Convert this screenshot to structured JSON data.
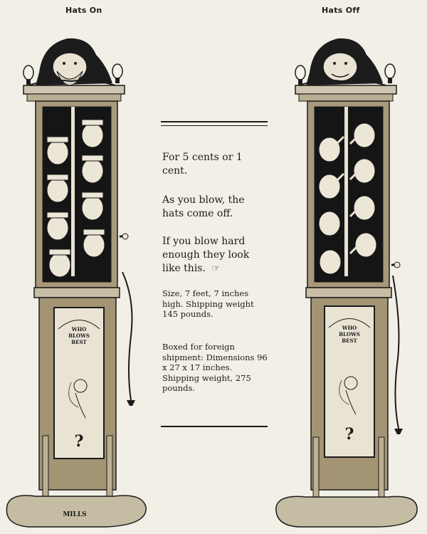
{
  "captions": {
    "left": "Hats On",
    "right": "Hats Off"
  },
  "paragraphs": {
    "p1": "For 5 cents or 1 cent.",
    "p2": "As you blow, the hats come off.",
    "p3": "If you blow hard enough they look like this.",
    "p4": "Size, 7 feet, 7 inches high. Shipping weight 145 pounds.",
    "p5": "Boxed for foreign shipment: Dimensions 96 x 27 x 17 inches. Shipping weight, 275 pounds."
  },
  "cabinet_sign": {
    "line1": "WHO",
    "line2": "BLOWS",
    "line3": "BEST",
    "mark": "?"
  },
  "base_lettering": "MILLS",
  "icons": {
    "pointing_hand": "pointing-hand-icon"
  }
}
